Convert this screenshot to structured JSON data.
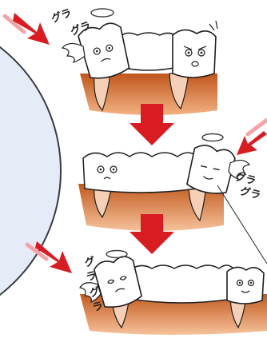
{
  "colors": {
    "background": "#ffffff",
    "circle_fill": "#e7ecf8",
    "circle_stroke": "#3a3a44",
    "arrow_red": "#d81d22",
    "arrow_pink": "#f4a3a6",
    "gum_dark": "#c45a1f",
    "gum_light": "#f0ad7a",
    "tooth_fill": "#ffffff",
    "root_fill": "#f6cfb7",
    "outline": "#1f1f1f",
    "halo": "#444444",
    "wing": "#ffffff"
  },
  "scene": {
    "panels": [
      {
        "label": "panel-1-missing-tooth-neighbors-tilting",
        "sfx": [
          "グラ",
          "グラ"
        ],
        "icons": [
          "halo-icon",
          "wing-icon",
          "worried-tooth-icon",
          "angry-tooth-icon",
          "bridge-icon",
          "red-arrow-icon"
        ]
      },
      {
        "label": "panel-2-bridge-abutment-loosening",
        "sfx": [
          "グラ",
          "グラ"
        ],
        "icons": [
          "halo-icon",
          "wing-icon",
          "sleepy-tooth-icon",
          "bridge-icon",
          "red-arrow-icon"
        ]
      },
      {
        "label": "panel-3-longer-bridge-wobbling",
        "sfx": [
          "グ",
          "ラ",
          "グ",
          "ラ"
        ],
        "icons": [
          "halo-icon",
          "wing-icon",
          "dizzy-tooth-icon",
          "smiling-tooth-icon",
          "bridge-icon",
          "red-arrow-icon"
        ]
      }
    ],
    "down_arrows": [
      "down-arrow-icon",
      "down-arrow-icon"
    ]
  }
}
